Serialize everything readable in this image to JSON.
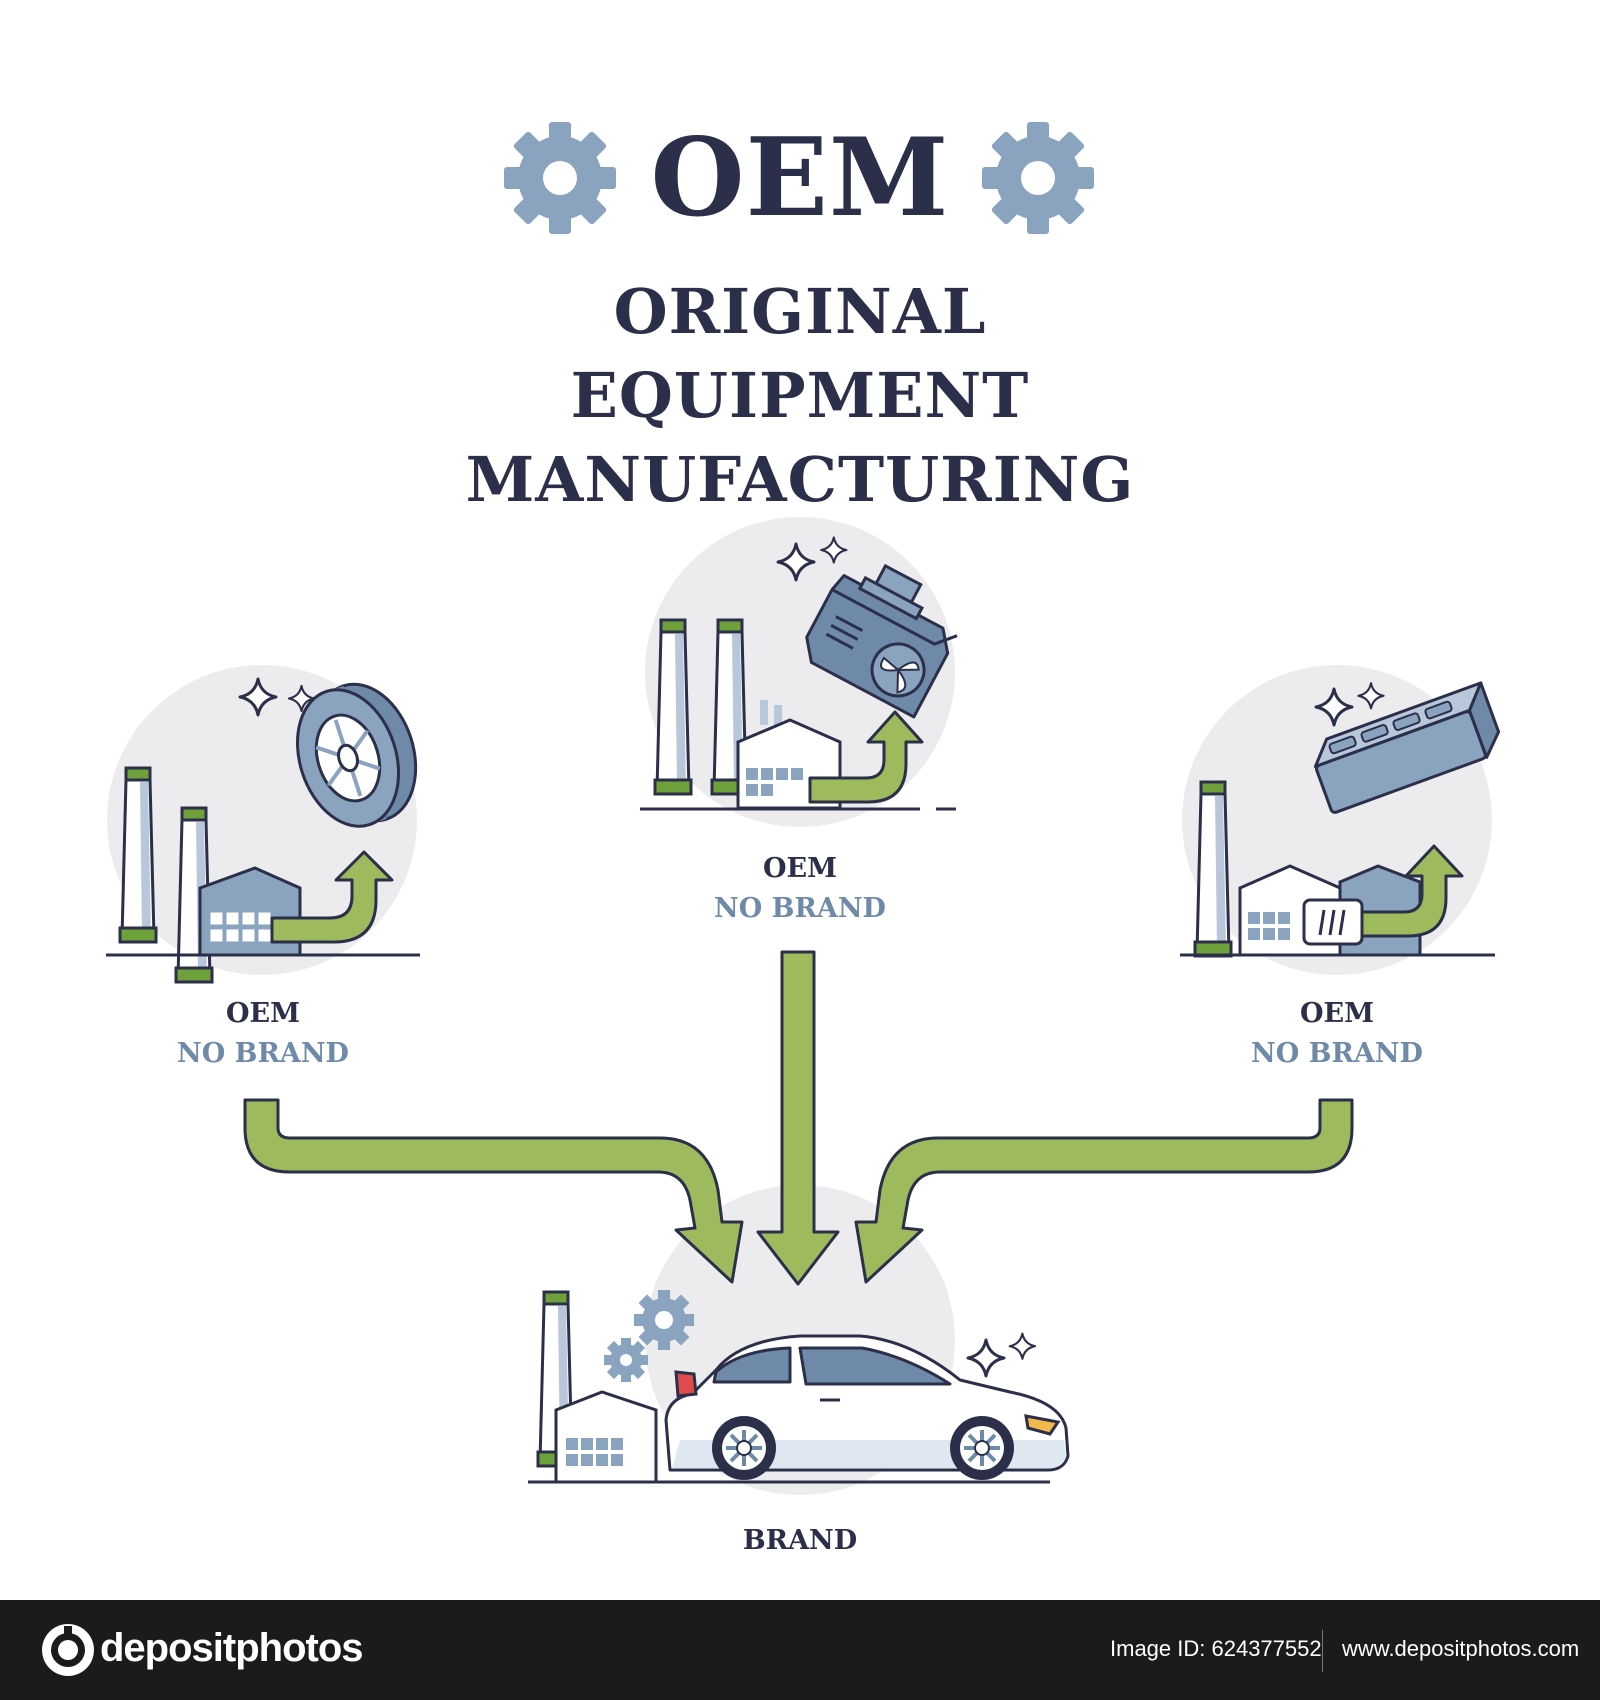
{
  "header": {
    "title": "OEM",
    "subtitle": "ORIGINAL EQUIPMENT MANUFACTURING"
  },
  "nodes": {
    "left": {
      "line1": "OEM",
      "line2": "NO BRAND",
      "part_icon": "tire-icon"
    },
    "center": {
      "line1": "OEM",
      "line2": "NO BRAND",
      "part_icon": "engine-icon"
    },
    "right": {
      "line1": "OEM",
      "line2": "NO BRAND",
      "part_icon": "battery-icon"
    },
    "bottom": {
      "line1": "BRAND",
      "product_icon": "car-icon"
    }
  },
  "footer": {
    "logo_text": "depositphotos",
    "image_id": "Image ID: 624377552",
    "site_url": "www.depositphotos.com"
  },
  "colors": {
    "navy": "#2b2f4a",
    "slate_blue": "#6f8aa8",
    "gear": "#8aa3bf",
    "green": "#9dbb5c",
    "green_dark": "#6fa13a",
    "circle_bg": "#ececee",
    "footer_bg": "#1b1b1d"
  }
}
